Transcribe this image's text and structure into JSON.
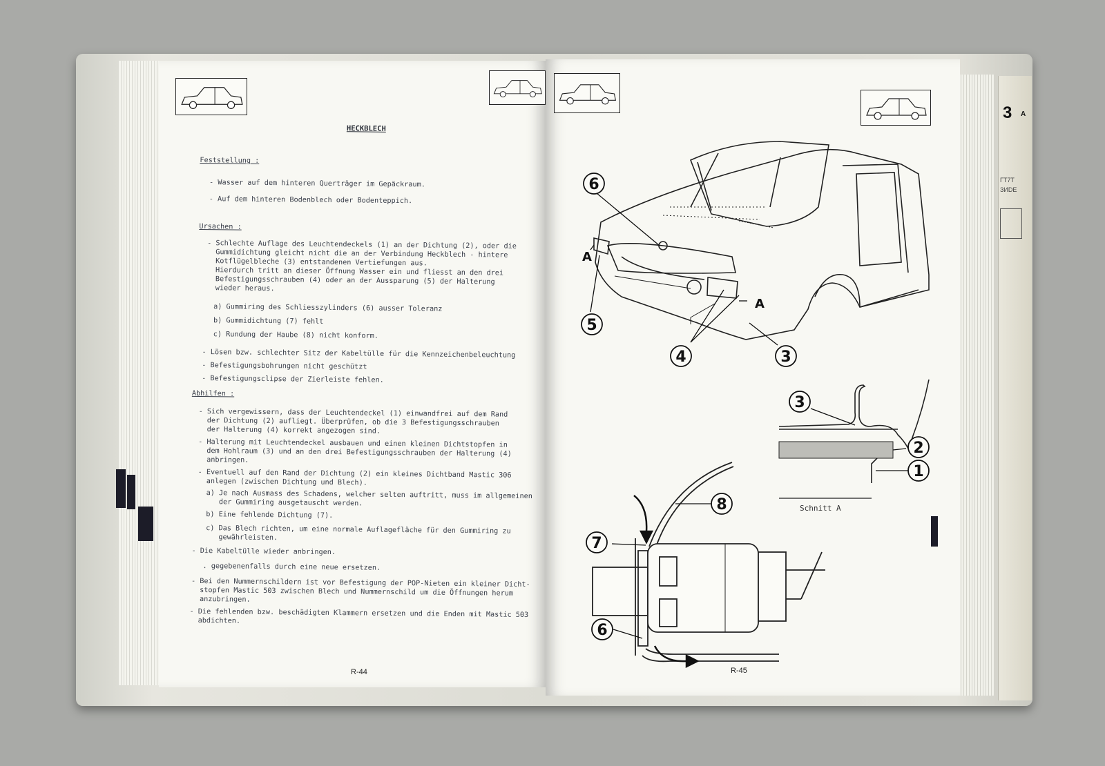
{
  "left_page": {
    "title": "HECKBLECH",
    "feststellung_heading": "Feststellung :",
    "feststellung_items": [
      "- Wasser auf dem hinteren Querträger im Gepäckraum.",
      "- Auf dem hinteren Bodenblech oder Bodenteppich."
    ],
    "ursachen_heading": "Ursachen :",
    "ursachen_lines": [
      "- Schlechte Auflage des Leuchtendeckels (1) an der Dichtung (2), oder die",
      "  Gummidichtung gleicht nicht die an der Verbindung Heckblech - hintere",
      "  Kotflügelbleche (3) entstandenen Vertiefungen aus.",
      "  Hierdurch tritt an dieser Öffnung Wasser ein und fliesst an den drei",
      "  Befestigungsschrauben (4) oder an der Aussparung (5) der Halterung",
      "  wieder heraus."
    ],
    "ursachen_sub": [
      "a) Gummiring des Schliesszylinders (6) ausser Toleranz",
      "b) Gummidichtung (7) fehlt",
      "c) Rundung der Haube (8) nicht konform."
    ],
    "ursachen_more": [
      "- Lösen bzw. schlechter Sitz der Kabeltülle für die Kennzeichenbeleuchtung",
      "- Befestigungsbohrungen nicht geschützt",
      "- Befestigungsclipse der Zierleiste fehlen."
    ],
    "abhilfen_heading": "Abhilfen :",
    "abhilfen_lines": [
      "- Sich vergewissern, dass der Leuchtendeckel (1) einwandfrei auf dem Rand",
      "  der Dichtung (2) aufliegt. Überprüfen, ob die 3 Befestigungsschrauben",
      "  der Halterung (4) korrekt angezogen sind.",
      "- Halterung mit Leuchtendeckel ausbauen und einen kleinen Dichtstopfen in",
      "  dem Hohlraum (3) und an den drei Befestigungsschrauben der Halterung (4)",
      "  anbringen.",
      "- Eventuell auf den Rand der Dichtung (2) ein kleines Dichtband Mastic 306",
      "  anlegen (zwischen Dichtung und Blech).",
      "  a) Je nach Ausmass des Schadens, welcher selten auftritt, muss im allgemeinen",
      "     der Gummiring ausgetauscht werden.",
      "  b) Eine fehlende Dichtung (7).",
      "  c) Das Blech richten, um eine normale Auflagefläche für den Gummiring zu",
      "     gewährleisten.",
      "- Die Kabeltülle wieder anbringen.",
      "  . gegebenenfalls durch eine neue ersetzen.",
      "- Bei den Nummernschildern ist vor Befestigung der POP-Nieten ein kleiner Dicht-",
      "  stopfen Mastic 503 zwischen Blech und Nummernschild um die Öffnungen herum",
      "  anzubringen.",
      "- Die fehlenden bzw. beschädigten Klammern ersetzen und die Enden mit Mastic 503",
      "  abdichten."
    ],
    "page_number": "R-44"
  },
  "right_page": {
    "callouts": [
      "6",
      "A",
      "5",
      "4",
      "3",
      "A",
      "3",
      "2",
      "1",
      "8",
      "7",
      "6"
    ],
    "section_caption": "Schnitt A",
    "page_number": "R-45"
  },
  "tab": {
    "number": "3",
    "letter": "A",
    "line1": "ГТ7Т",
    "line2": "ЗИDE"
  }
}
